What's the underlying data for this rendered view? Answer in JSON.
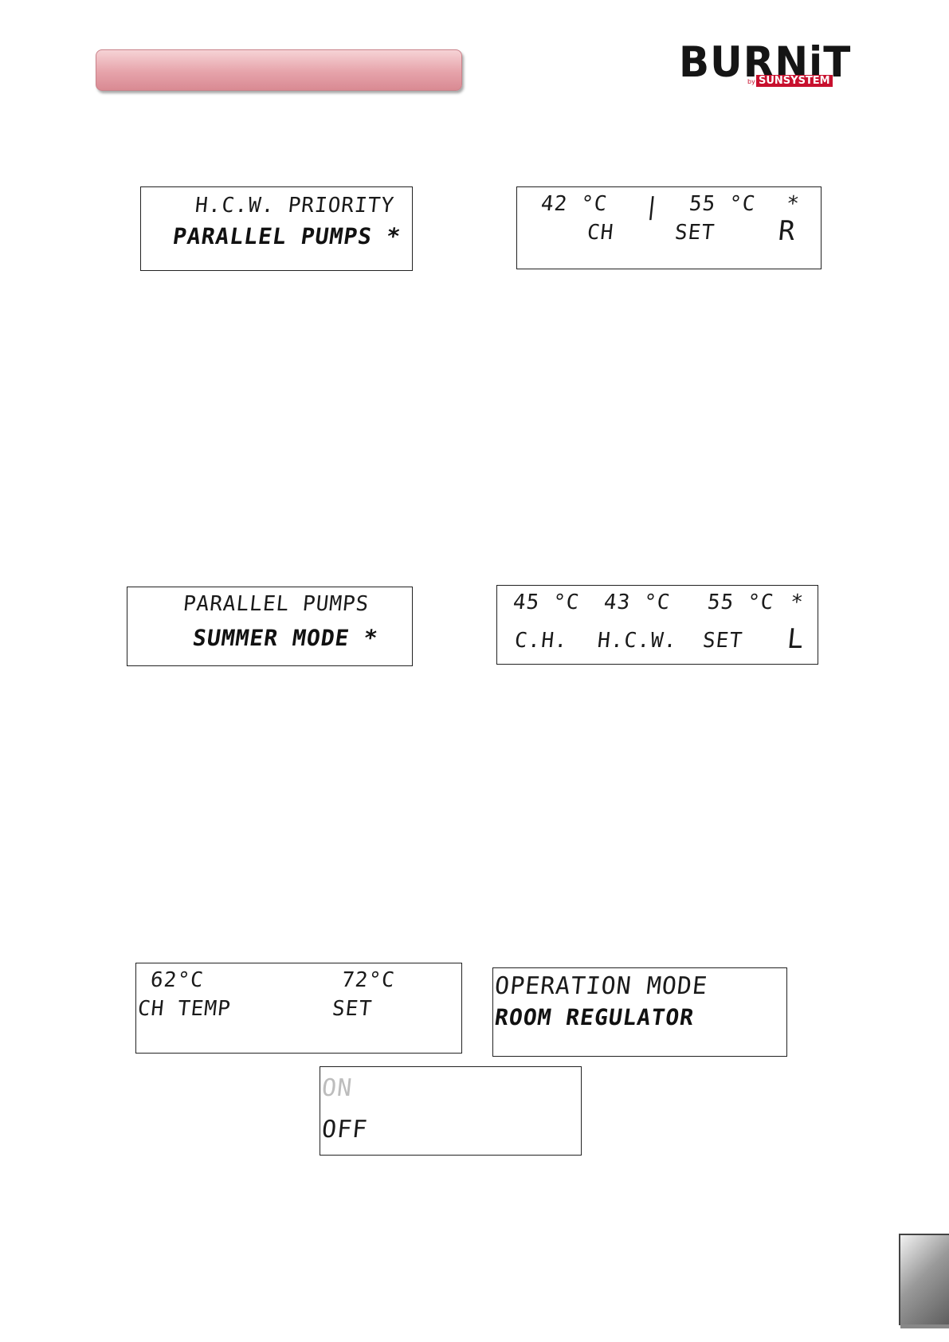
{
  "logo": {
    "main": "BURNiT",
    "by": "by",
    "sub": "SUNSYSTEM"
  },
  "displays": {
    "d1": {
      "line1": "H.C.W. PRIORITY",
      "line2": "PARALLEL PUMPS *"
    },
    "d2": {
      "t1": "42 °C",
      "sep": "|",
      "t2": "55 °C",
      "star": "*",
      "l1": "CH",
      "l2": "SET",
      "mode": "R"
    },
    "d3": {
      "line1": "PARALLEL PUMPS",
      "line2": "SUMMER MODE *"
    },
    "d4": {
      "t1": "45 °C",
      "t2": "43 °C",
      "t3": "55 °C",
      "star": "*",
      "l1": "C.H.",
      "l2": "H.C.W.",
      "l3": "SET",
      "mode": "L"
    },
    "d5": {
      "t1": "62°C",
      "t2": "72°C",
      "l1": "CH TEMP",
      "l2": "SET"
    },
    "d6": {
      "line1": "OPERATION MODE",
      "line2": "ROOM REGULATOR"
    },
    "d7": {
      "line1": "ON",
      "line2": "OFF"
    }
  }
}
